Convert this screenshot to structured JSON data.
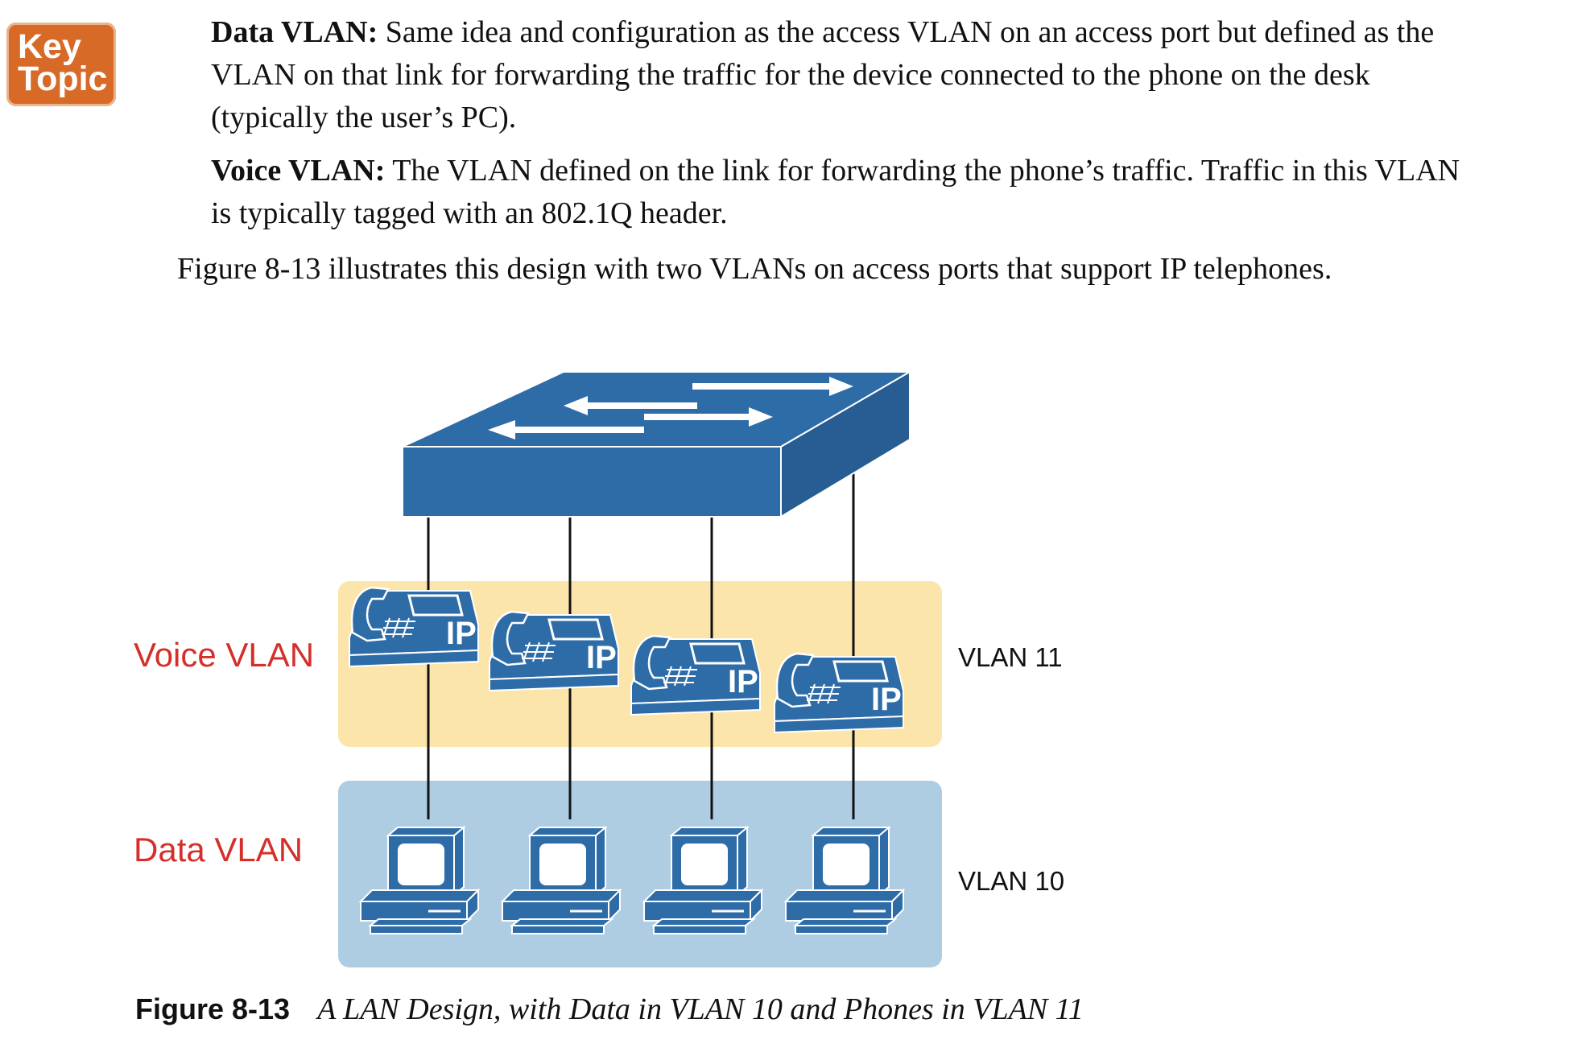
{
  "key_topic": {
    "line1": "Key",
    "line2": "Topic"
  },
  "definitions": [
    {
      "term": "Data VLAN:",
      "text": "Same idea and configuration as the access VLAN on an access port but defined as the VLAN on that link for forwarding the traffic for the device connected to the phone on the desk (typically the user’s PC)."
    },
    {
      "term": "Voice VLAN:",
      "text": "The VLAN defined on the link for forwarding the phone’s traffic. Traffic in this VLAN is typically tagged with an 802.1Q header."
    }
  ],
  "intro": "Figure 8-13 illustrates this design with two VLANs on access ports that support IP telephones.",
  "figure": {
    "voice_label": "Voice VLAN",
    "data_label": "Data VLAN",
    "vlan11_label": "VLAN 11",
    "vlan10_label": "VLAN 10",
    "phone_text": "IP",
    "phone_count": 4,
    "pc_count": 4,
    "colors": {
      "device_blue": "#2e6ca8",
      "voice_band": "#fbe5ab",
      "data_band": "#aecde2",
      "label_red": "#d52f2a"
    }
  },
  "caption": {
    "label": "Figure 8-13",
    "text": "A LAN Design, with Data in VLAN 10 and Phones in VLAN 11"
  }
}
